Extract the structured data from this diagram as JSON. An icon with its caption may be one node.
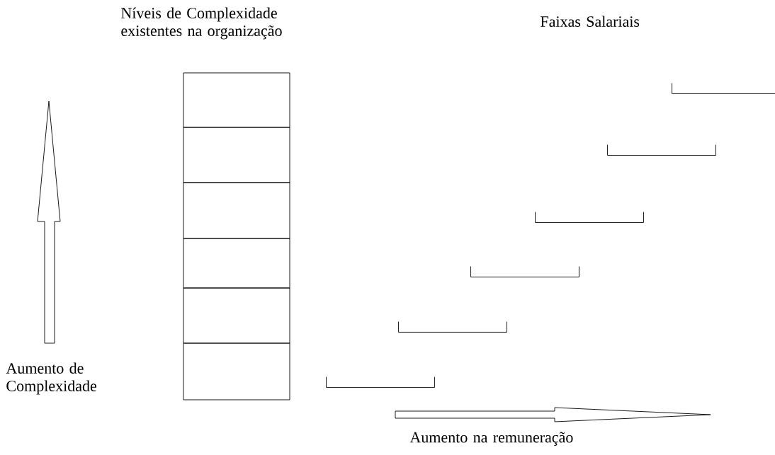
{
  "diagram": {
    "nodes": [
      {
        "text": [],
        "shape": "box"
      },
      {
        "text": [],
        "shape": "box"
      },
      {
        "text": [],
        "shape": "box"
      },
      {
        "text": [],
        "shape": "box"
      },
      {
        "text": [],
        "shape": "box"
      },
      {
        "text": [],
        "shape": "box"
      },
      {
        "text": [],
        "shape": "bar"
      },
      {
        "text": [],
        "shape": "bar"
      },
      {
        "text": [],
        "shape": "bar"
      },
      {
        "text": [],
        "shape": "bar"
      },
      {
        "text": [],
        "shape": "bar"
      },
      {
        "text": [],
        "shape": "bar"
      }
    ],
    "labels": [
      "Níveis de Complexidade existentes na organização",
      "Faixas Salariais",
      "Aumento de Complexidade",
      "Aumento na remuneração"
    ]
  }
}
